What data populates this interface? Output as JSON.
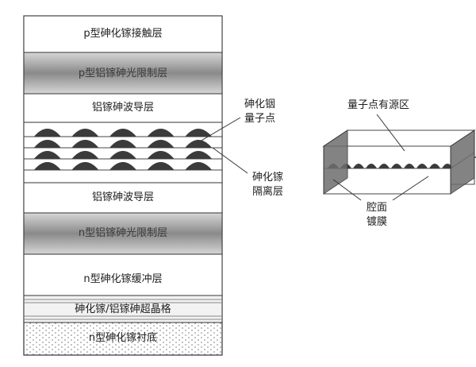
{
  "layer_stack": {
    "labels": {
      "p_contact": "p型砷化镓接触层",
      "p_cladding": "p型铝镓砷光限制层",
      "waveguide_top": "铝镓砷波导层",
      "waveguide_bottom": "铝镓砷波导层",
      "n_cladding": "n型铝镓砷光限制层",
      "n_buffer": "n型砷化镓缓冲层",
      "superlattice": "砷化镓/铝镓砷超晶格",
      "substrate": "n型砷化镓衬底"
    },
    "quantum_dot_rows": 4,
    "dots_per_row": 5
  },
  "callouts": {
    "quantum_dots": [
      "砷化铟",
      "量子点"
    ],
    "barrier": [
      "砷化镓",
      "隔离层"
    ]
  },
  "device_3d": {
    "active_region_label": "量子点有源区",
    "facet_coating_label": [
      "腔面",
      "镀膜"
    ]
  }
}
